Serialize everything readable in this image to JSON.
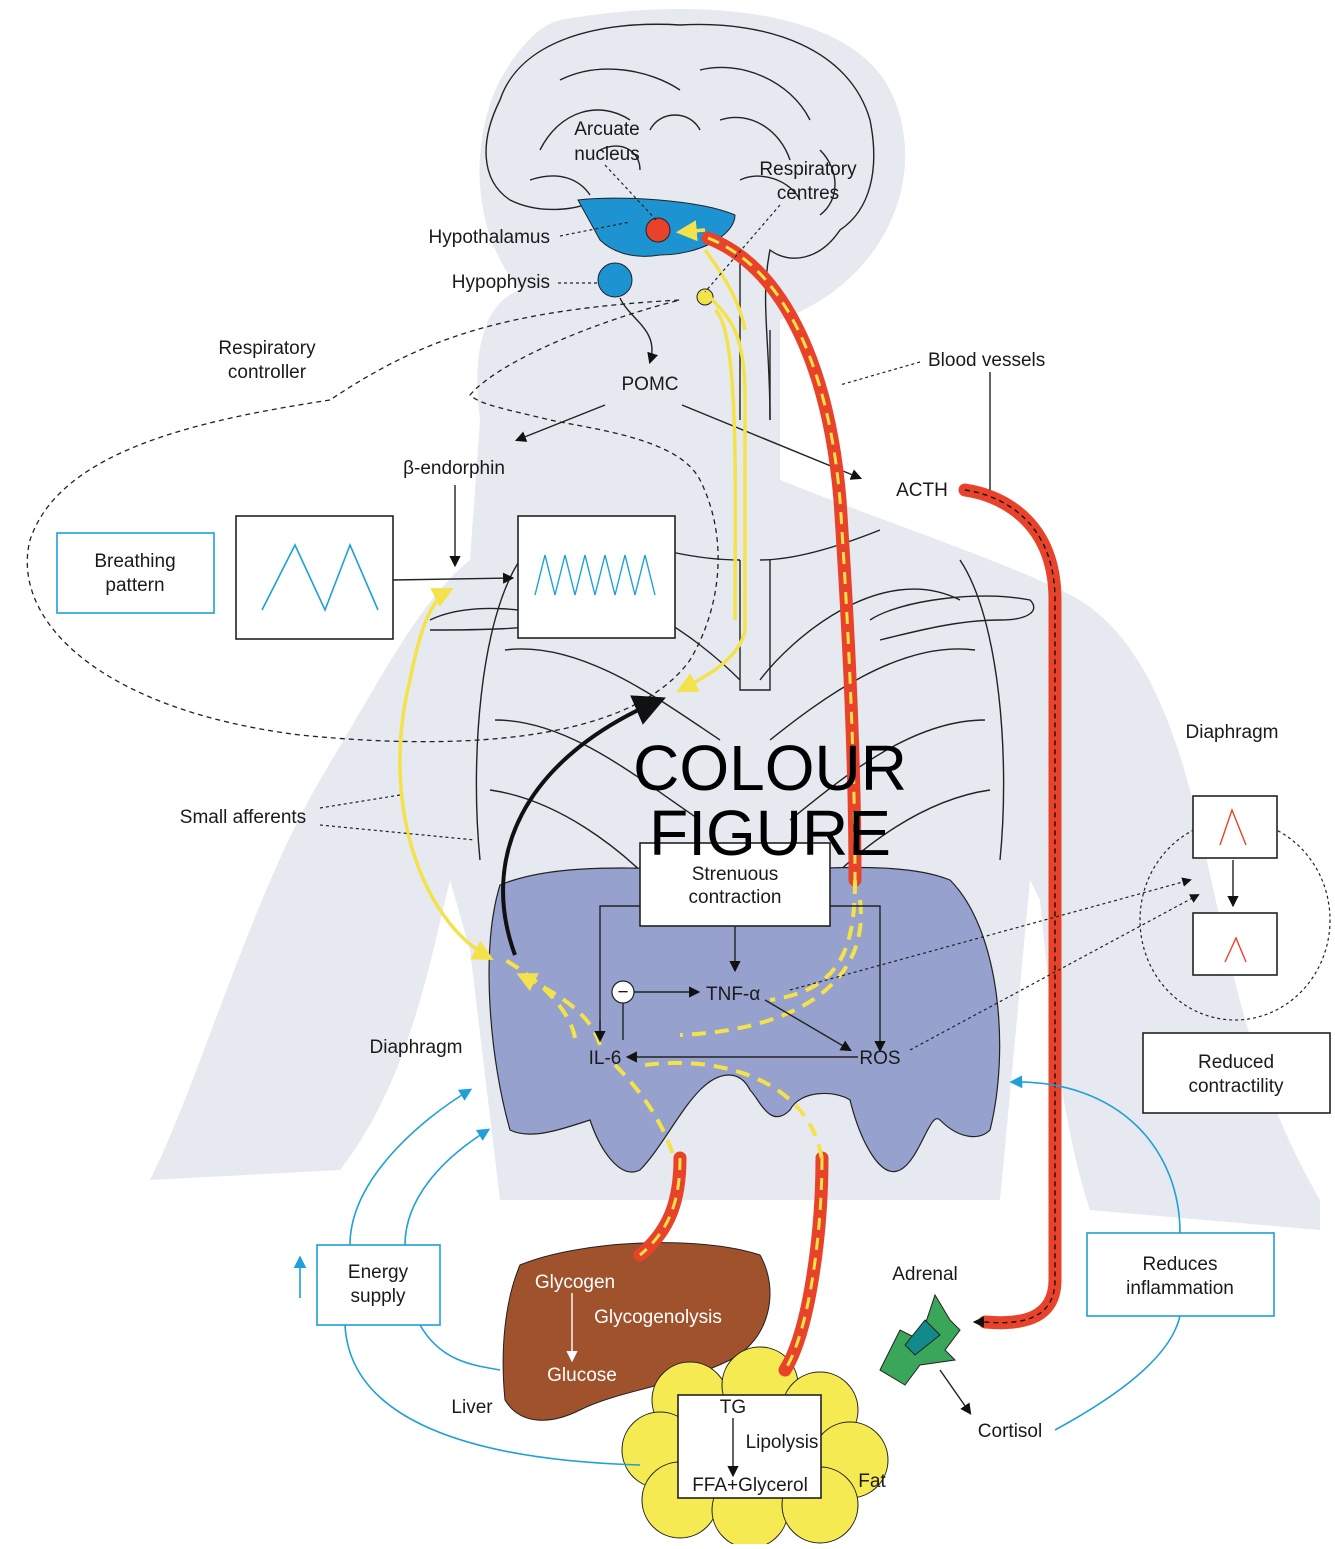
{
  "labels": {
    "arcuate_nucleus": [
      "Arcuate",
      "nucleus"
    ],
    "respiratory_centres": [
      "Respiratory",
      "centres"
    ],
    "hypothalamus": "Hypothalamus",
    "hypophysis": "Hypophysis",
    "respiratory_controller": [
      "Respiratory",
      "controller"
    ],
    "pomc": "POMC",
    "blood_vessels": "Blood vessels",
    "beta_endorphin": "β-endorphin",
    "acth": "ACTH",
    "breathing_pattern": [
      "Breathing",
      "pattern"
    ],
    "small_afferents": "Small afferents",
    "diaphragm_left": "Diaphragm",
    "diaphragm_right": "Diaphragm",
    "strenuous_contraction": [
      "Strenuous",
      "contraction"
    ],
    "tnf_alpha": "TNF-α",
    "il6": "IL-6",
    "ros": "ROS",
    "minus_sign": "−",
    "reduced_contractility": [
      "Reduced",
      "contractility"
    ],
    "energy_supply": [
      "Energy",
      "supply"
    ],
    "up_arrow": "↑",
    "glycogen": "Glycogen",
    "glycogenolysis": "Glycogenolysis",
    "glucose": "Glucose",
    "liver": "Liver",
    "tg": "TG",
    "lipolysis": "Lipolysis",
    "ffa_glycerol": "FFA+Glycerol",
    "fat": "Fat",
    "adrenal": "Adrenal",
    "cortisol": "Cortisol",
    "reduces_inflammation": [
      "Reduces",
      "inflammation"
    ],
    "watermark": [
      "COLOUR",
      "FIGURE"
    ]
  },
  "colors": {
    "body_silhouette": "#e6e9f0",
    "diaphragm_muscle": "#96a1cd",
    "hypothalamus_blue": "#1e93d2",
    "blood_red": "#e8432a",
    "afferent_yellow": "#f3e24a",
    "liver_brown": "#a0522d",
    "fat_yellow": "#f6ea52",
    "adrenal_green": "#3aa65a",
    "energy_blue": "#1ea0d8"
  }
}
